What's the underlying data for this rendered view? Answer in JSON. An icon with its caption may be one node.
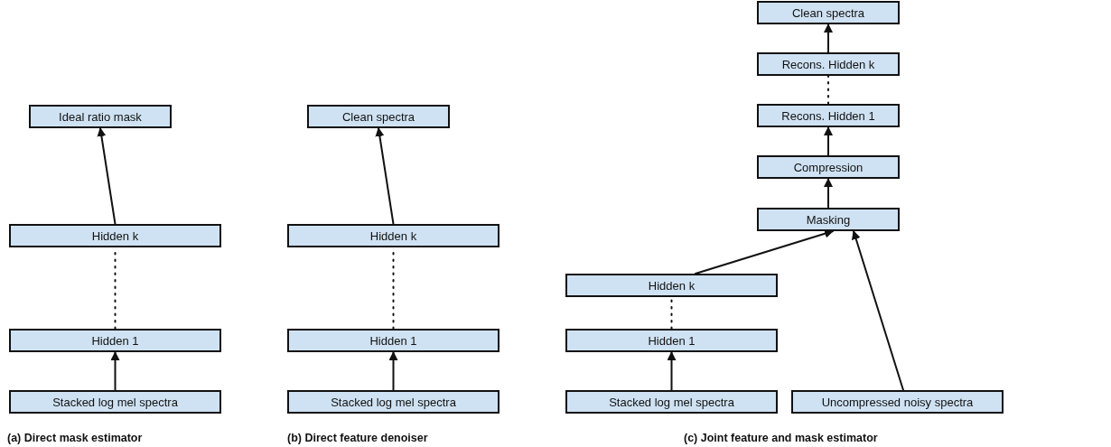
{
  "diagram": {
    "nodes": [
      {
        "text": [
          "Ideal ratio mask"
        ]
      },
      {
        "text": [
          "Hidden k"
        ]
      },
      {
        "text": [
          "Hidden 1"
        ]
      },
      {
        "text": [
          "Stacked log mel spectra"
        ]
      },
      {
        "text": [
          "Clean spectra"
        ]
      },
      {
        "text": [
          "Hidden k"
        ]
      },
      {
        "text": [
          "Hidden 1"
        ]
      },
      {
        "text": [
          "Stacked log mel spectra"
        ]
      },
      {
        "text": [
          "Clean spectra"
        ]
      },
      {
        "text": [
          "Recons. Hidden k"
        ]
      },
      {
        "text": [
          "Recons. Hidden 1"
        ]
      },
      {
        "text": [
          "Compression"
        ]
      },
      {
        "text": [
          "Masking"
        ]
      },
      {
        "text": [
          "Hidden k"
        ]
      },
      {
        "text": [
          "Hidden 1"
        ]
      },
      {
        "text": [
          "Stacked log mel spectra"
        ]
      },
      {
        "text": [
          "Uncompressed noisy spectra"
        ]
      }
    ],
    "edges": [
      {
        "from": 3,
        "to": 2,
        "arrow": "to"
      },
      {
        "from": 2,
        "to": 1,
        "arrow": "none",
        "style": "dashed"
      },
      {
        "from": 1,
        "to": 0,
        "arrow": "to"
      },
      {
        "from": 7,
        "to": 6,
        "arrow": "to"
      },
      {
        "from": 6,
        "to": 5,
        "arrow": "none",
        "style": "dashed"
      },
      {
        "from": 5,
        "to": 4,
        "arrow": "to"
      },
      {
        "from": 15,
        "to": 14,
        "arrow": "to"
      },
      {
        "from": 14,
        "to": 13,
        "arrow": "none",
        "style": "dashed"
      },
      {
        "from": 13,
        "to": 12,
        "arrow": "to"
      },
      {
        "from": 16,
        "to": 12,
        "arrow": "to"
      },
      {
        "from": 12,
        "to": 11,
        "arrow": "to"
      },
      {
        "from": 11,
        "to": 10,
        "arrow": "to"
      },
      {
        "from": 10,
        "to": 9,
        "arrow": "none",
        "style": "dashed"
      },
      {
        "from": 9,
        "to": 8,
        "arrow": "to"
      }
    ],
    "labels": [
      "(a) Direct mask estimator",
      "(b) Direct feature denoiser",
      "(c) Joint feature and mask estimator"
    ]
  }
}
